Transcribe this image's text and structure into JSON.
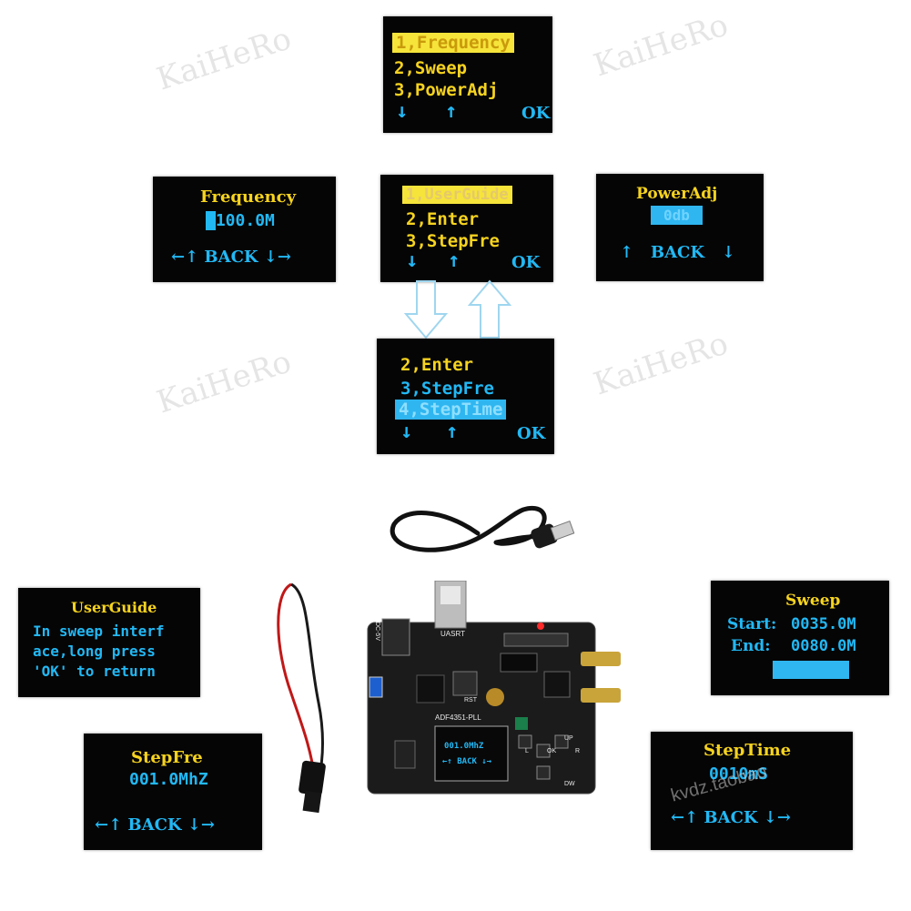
{
  "screens": {
    "main_menu": {
      "item1": "1,Frequency",
      "item2": "2,Sweep",
      "item3": "3,PowerAdj",
      "nav_down": "↓",
      "nav_up": "↑",
      "nav_ok": "OK"
    },
    "frequency": {
      "title": "Frequency",
      "value": "100.0M",
      "nav": "←↑ BACK ↓→"
    },
    "submenu": {
      "item1": "1,UserGuide",
      "item2": "2,Enter",
      "item3": "3,StepFre",
      "nav_down": "↓",
      "nav_up": "↑",
      "nav_ok": "OK"
    },
    "poweradj": {
      "title": "PowerAdj",
      "value": "0db",
      "nav": "↑   BACK   ↓"
    },
    "submenu2": {
      "item2": "2,Enter",
      "item3": "3,StepFre",
      "item4": "4,StepTime",
      "nav_down": "↓",
      "nav_up": "↑",
      "nav_ok": "OK"
    },
    "userguide": {
      "title": "UserGuide",
      "line1": "In sweep interf",
      "line2": "ace,long press",
      "line3": "'OK' to return"
    },
    "sweep": {
      "title": "Sweep",
      "start_label": "Start:",
      "start_value": "0035.0M",
      "end_label": "End:",
      "end_value": "0080.0M"
    },
    "stepfre": {
      "title": "StepFre",
      "value": "001.0MhZ",
      "nav": "←↑ BACK ↓→"
    },
    "steptime": {
      "title": "StepTime",
      "value": "0010mS",
      "nav": "←↑ BACK ↓→"
    }
  },
  "board": {
    "label_pcb": "ADF4351-PLL",
    "label_uart": "UASRT",
    "label_rst": "RST",
    "label_up": "UP",
    "label_ok": "OK",
    "label_dw": "DW",
    "label_r": "R",
    "label_l": "L",
    "label_dc": "DC-5V",
    "oled_value": "001.0MhZ",
    "oled_nav": "←↑ BACK ↓→"
  },
  "watermarks": {
    "brand": "KaiHeRo",
    "shop": "kvdz.taobao"
  },
  "colors": {
    "oled_yellow": "#f6d31f",
    "oled_cyan": "#22b8f4",
    "pcb_black": "#1b1b1b"
  }
}
